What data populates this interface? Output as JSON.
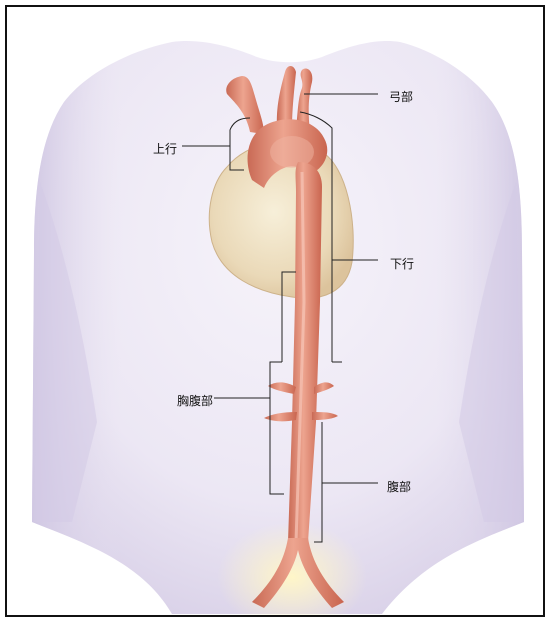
{
  "labels": {
    "arch": "弓部",
    "ascending": "上行",
    "descending": "下行",
    "thoracoabdominal": "胸腹部",
    "abdominal": "腹部"
  },
  "colors": {
    "body_tint": "#ebe6f3",
    "body_shadow": "#cfc6e2",
    "heart": "#efe4c6",
    "aorta": "#dc8873",
    "aorta_highlight": "#f0b3a2",
    "bracket_line": "#222222",
    "frame": "#111111"
  }
}
